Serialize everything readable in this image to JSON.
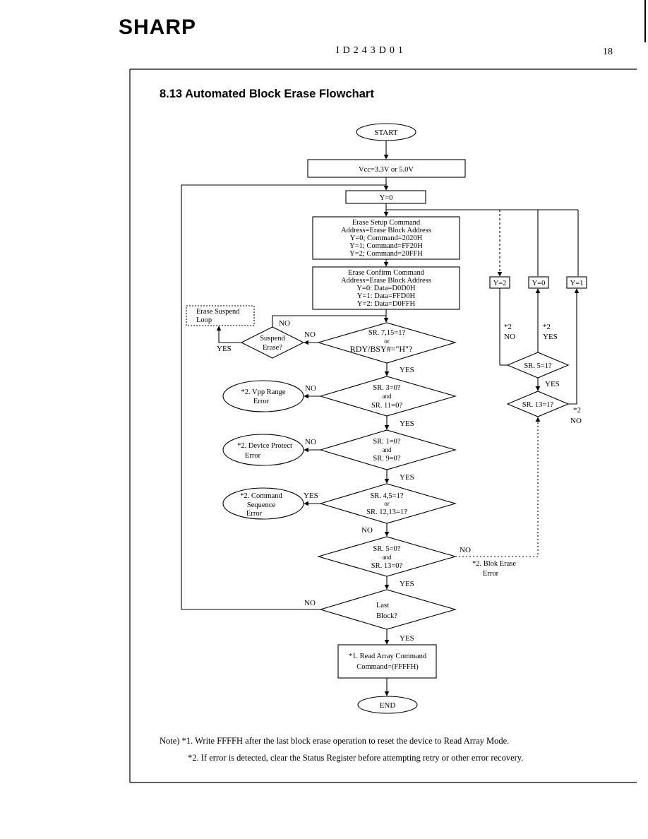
{
  "header": {
    "logo": "SHARP",
    "doc_id": "ID243D01",
    "page_number": "18"
  },
  "section_title": "8.13 Automated Block Erase Flowchart",
  "flowchart": {
    "start": "START",
    "vcc": "Vcc=3.3V or 5.0V",
    "y_init": "Y=0",
    "setup_box": [
      "Erase Setup Command",
      "Address=Erase Block Address",
      "Y=0; Command=2020H",
      "Y=1; Command=FF20H",
      "Y=2; Command=20FFH"
    ],
    "confirm_box": [
      "Erase Confirm Command",
      "Address=Erase Block Address",
      "Y=0: Data=D0D0H",
      "Y=1: Data=FFD0H",
      "Y=2: Data=D0FFH"
    ],
    "suspend_loop": [
      "Erase Suspend",
      "Loop"
    ],
    "suspend_decision": [
      "Suspend",
      "Erase?"
    ],
    "ready_decision": [
      "SR. 7,15=1?",
      "or",
      "RDY/BSY#=\"H\"?"
    ],
    "vpp_decision": [
      "SR. 3=0?",
      "and",
      "SR. 11=0?"
    ],
    "vpp_error": [
      "*2. Vpp Range",
      "Error"
    ],
    "protect_decision": [
      "SR. 1=0?",
      "and",
      "SR. 9=0?"
    ],
    "protect_error": [
      "*2. Device Protect",
      "Error"
    ],
    "seq_decision": [
      "SR. 4,5=1?",
      "or",
      "SR. 12,13=1?"
    ],
    "seq_error": [
      "*2. Command",
      "Sequence",
      "Error"
    ],
    "erase_decision": [
      "SR. 5=0?",
      "and",
      "SR. 13=0?"
    ],
    "blk_error": [
      "*2. Blok Erase",
      "Error"
    ],
    "last_decision": [
      "Last",
      "Block?"
    ],
    "read_box": [
      "*1. Read Array Command",
      "Command=(FFFFH)"
    ],
    "end": "END",
    "y2": "Y=2",
    "y0": "Y=0",
    "y1": "Y=1",
    "sr5_decision": "SR. 5=1?",
    "sr13_decision": "SR. 13=1?",
    "labels": {
      "no": "NO",
      "yes": "YES",
      "star2": "*2"
    }
  },
  "notes": {
    "note1": "Note) *1. Write FFFFH after the last block erase operation to reset the device to Read Array Mode.",
    "note2": "*2. If error is detected, clear the Status Register before attempting retry or other error recovery."
  }
}
